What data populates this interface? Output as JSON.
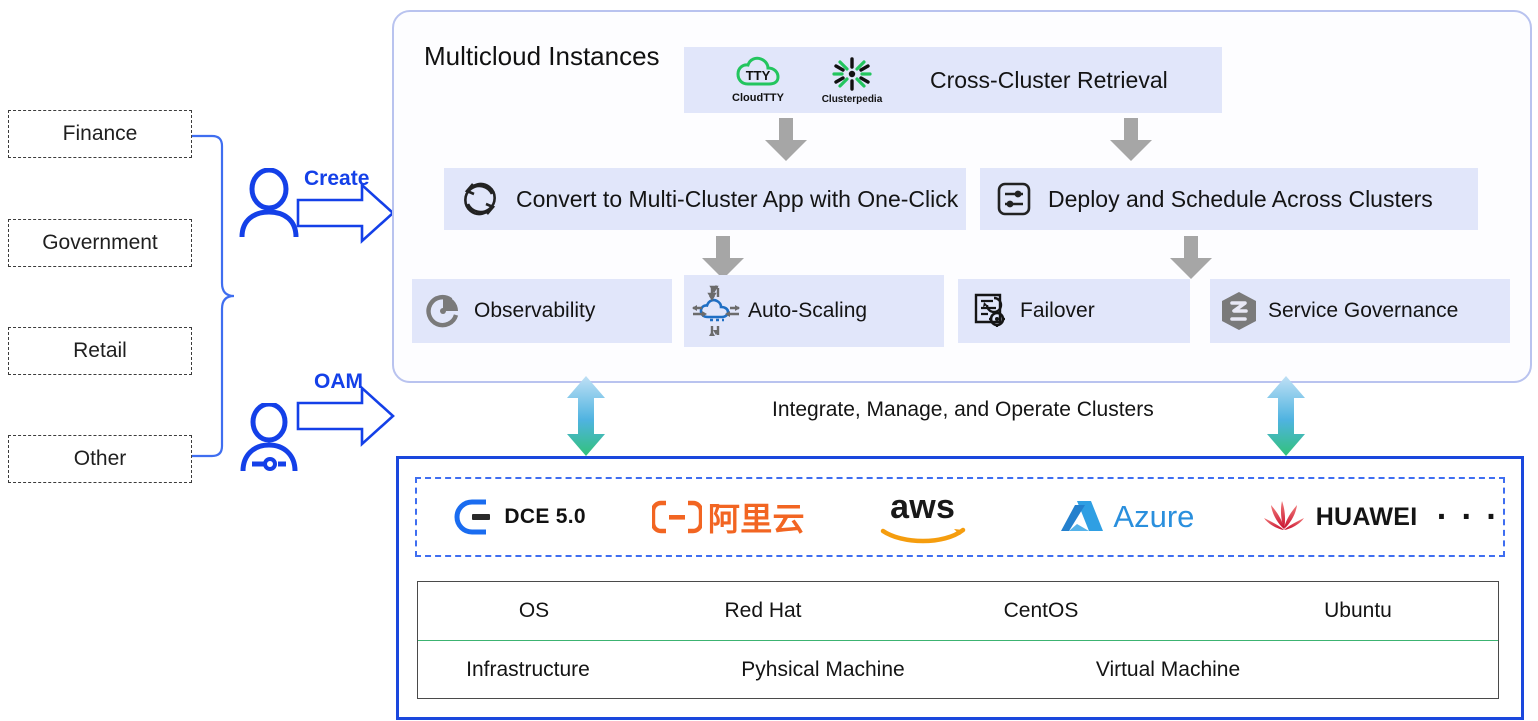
{
  "industries": [
    {
      "label": "Finance"
    },
    {
      "label": "Government"
    },
    {
      "label": "Retail"
    },
    {
      "label": "Other"
    }
  ],
  "actors": [
    {
      "name": "user",
      "flow_label": "Create",
      "icon": "user-person-icon"
    },
    {
      "name": "operator",
      "flow_label": "OAM",
      "icon": "user-wrench-icon"
    }
  ],
  "main_panel": {
    "title": "Multicloud Instances",
    "top_row": {
      "logos": [
        {
          "name": "CloudTTY",
          "icon": "cloudtty-logo-icon"
        },
        {
          "name": "Clusterpedia",
          "icon": "clusterpedia-logo-icon"
        }
      ],
      "label": "Cross-Cluster Retrieval"
    },
    "middle_row": [
      {
        "label": "Convert to Multi-Cluster App with One-Click",
        "icon": "sync-refresh-icon"
      },
      {
        "label": "Deploy and Schedule Across Clusters",
        "icon": "sliders-settings-icon"
      }
    ],
    "bottom_row": [
      {
        "label": "Observability",
        "icon": "pie-chart-icon"
      },
      {
        "label": "Auto-Scaling",
        "icon": "cloud-scale-arrows-icon"
      },
      {
        "label": "Failover",
        "icon": "document-gear-undo-icon"
      },
      {
        "label": "Service Governance",
        "icon": "hexagon-governance-icon"
      }
    ]
  },
  "integration": {
    "label": "Integrate, Manage, and Operate Clusters",
    "arrow_icon": "double-headed-vertical-arrow-icon"
  },
  "bottom_panel": {
    "cloud_providers": [
      {
        "name": "DCE 5.0",
        "icon": "dce-logo-icon"
      },
      {
        "name": "阿里云",
        "icon": "alibaba-cloud-logo-icon"
      },
      {
        "name": "aws",
        "icon": "aws-logo-icon"
      },
      {
        "name": "Azure",
        "icon": "azure-logo-icon"
      },
      {
        "name": "HUAWEI",
        "icon": "huawei-logo-icon"
      },
      {
        "name": "· · ·",
        "icon": "ellipsis-icon"
      }
    ],
    "os_table": {
      "rows": [
        {
          "header": "OS",
          "cells": [
            "Red Hat",
            "CentOS",
            "Ubuntu"
          ]
        },
        {
          "header": "Infrastructure",
          "cells": [
            "Pyhsical Machine",
            "Virtual Machine"
          ]
        }
      ]
    }
  },
  "colors": {
    "feature_box_bg": "#e1e6fa",
    "panel_border": "#b9c3ef",
    "bottom_border": "#1a47dd",
    "accent_blue": "#1440e8",
    "divider_green": "#3cb371",
    "gray_arrow": "#a6a6a6"
  }
}
